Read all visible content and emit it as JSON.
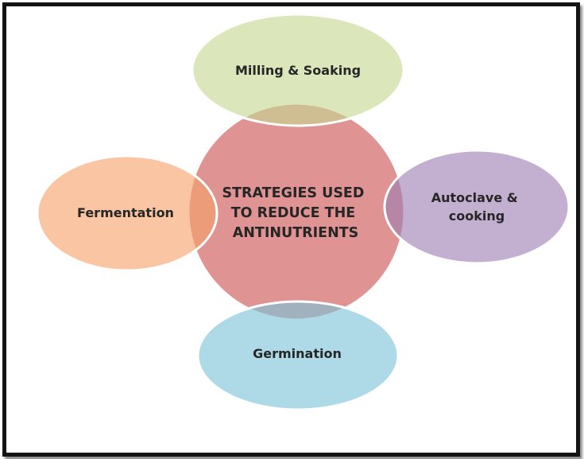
{
  "diagram": {
    "center": {
      "lines": [
        "STRATEGIES USED",
        "TO REDUCE THE",
        "ANTINUTRIENTS"
      ],
      "fill": "#D46A6A",
      "text_color": "#262626"
    },
    "nodes": {
      "top": {
        "lines": [
          "Milling & Soaking"
        ],
        "fill": "#C5D88F"
      },
      "left": {
        "lines": [
          "Fermentation"
        ],
        "fill": "#F6A26A"
      },
      "right": {
        "lines": [
          "Autoclave &",
          "cooking"
        ],
        "fill": "#9B7BB0"
      },
      "bottom": {
        "lines": [
          "Germination"
        ],
        "fill": "#7BC3D6"
      }
    }
  }
}
